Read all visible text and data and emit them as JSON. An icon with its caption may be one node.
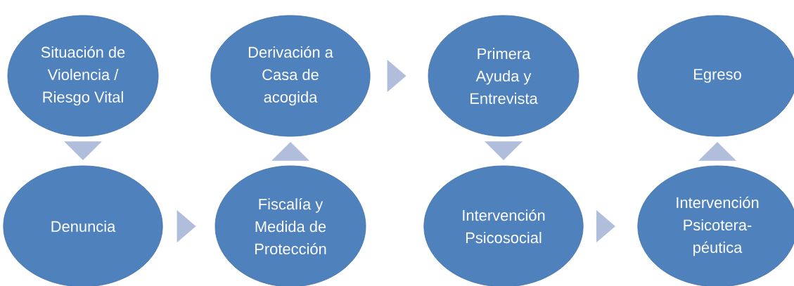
{
  "diagram": {
    "nodes": [
      {
        "text": [
          "Situación de Violencia / Riesgo Vital"
        ]
      },
      {
        "text": [
          "Derivación a Casa de acogida"
        ]
      },
      {
        "text": [
          "Primera Ayuda y Entrevista"
        ]
      },
      {
        "text": [
          "Egreso"
        ]
      },
      {
        "text": [
          "Denuncia"
        ]
      },
      {
        "text": [
          "Fiscalía y Medida de Protección"
        ]
      },
      {
        "text": [
          "Intervención Psicosocial"
        ]
      },
      {
        "text": [
          "Intervención Psicotera- péutica"
        ]
      }
    ],
    "edges": [
      {
        "from": 0,
        "to": 4,
        "arrow": "to"
      },
      {
        "from": 4,
        "to": 5,
        "arrow": "to"
      },
      {
        "from": 5,
        "to": 1,
        "arrow": "to"
      },
      {
        "from": 1,
        "to": 2,
        "arrow": "to"
      },
      {
        "from": 2,
        "to": 6,
        "arrow": "to"
      },
      {
        "from": 6,
        "to": 7,
        "arrow": "to"
      },
      {
        "from": 7,
        "to": 3,
        "arrow": "to"
      }
    ]
  }
}
